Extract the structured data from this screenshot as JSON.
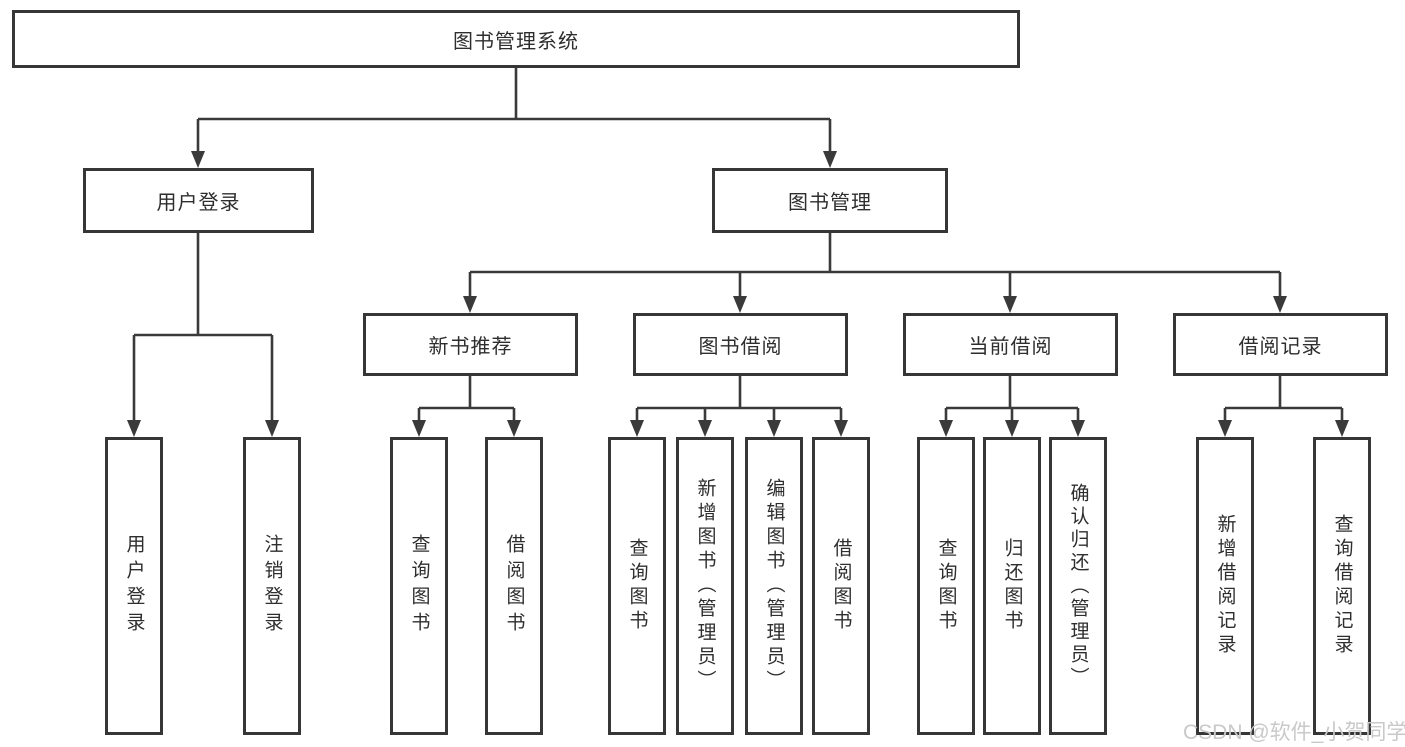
{
  "diagram": {
    "title": "图书管理系统",
    "branches": [
      {
        "label": "用户登录",
        "children": [
          {
            "label": "用户登录"
          },
          {
            "label": "注销登录"
          }
        ]
      },
      {
        "label": "图书管理",
        "children": [
          {
            "label": "新书推荐",
            "children": [
              {
                "label": "查询图书"
              },
              {
                "label": "借阅图书"
              }
            ]
          },
          {
            "label": "图书借阅",
            "children": [
              {
                "label": "查询图书"
              },
              {
                "label": "新增图书（管理员）"
              },
              {
                "label": "编辑图书（管理员）"
              },
              {
                "label": "借阅图书"
              }
            ]
          },
          {
            "label": "当前借阅",
            "children": [
              {
                "label": "查询图书"
              },
              {
                "label": "归还图书"
              },
              {
                "label": "确认归还（管理员）"
              }
            ]
          },
          {
            "label": "借阅记录",
            "children": [
              {
                "label": "新增借阅记录"
              },
              {
                "label": "查询借阅记录"
              }
            ]
          }
        ]
      }
    ]
  },
  "watermark": {
    "text": "CSDN @软件_小贺同学"
  },
  "colors": {
    "line": "#3a3a3a",
    "box_border": "#363636",
    "text": "#2e2e2e",
    "watermark": "#c9c9c9",
    "background": "#ffffff"
  }
}
